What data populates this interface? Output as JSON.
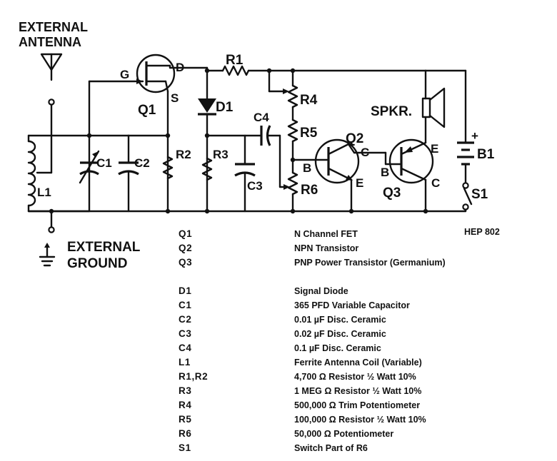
{
  "title": {
    "antenna_line1": "EXTERNAL",
    "antenna_line2": "ANTENNA",
    "ground_line1": "EXTERNAL",
    "ground_line2": "GROUND"
  },
  "labels": {
    "q1": "Q1",
    "g": "G",
    "d": "D",
    "s": "S",
    "r1": "R1",
    "d1": "D1",
    "c4": "C4",
    "r4": "R4",
    "r5": "R5",
    "c1": "C1",
    "c2": "C2",
    "r2": "R2",
    "r3": "R3",
    "c3": "C3",
    "l1": "L1",
    "r6": "R6",
    "q2": "Q2",
    "q3": "Q3",
    "spkr": "SPKR.",
    "b1": "B1",
    "s1": "S1",
    "plus": "+",
    "b": "B",
    "c": "C",
    "e": "E",
    "hep": "HEP 802"
  },
  "parts": [
    {
      "ref": "Q1",
      "desc": "N Channel FET"
    },
    {
      "ref": "Q2",
      "desc": "NPN Transistor"
    },
    {
      "ref": "Q3",
      "desc": "PNP Power Transistor (Germanium)"
    },
    {
      "ref": "D1",
      "desc": "Signal Diode"
    },
    {
      "ref": "C1",
      "desc": "365 PFD Variable Capacitor"
    },
    {
      "ref": "C2",
      "desc": "0.01 µF Disc. Ceramic"
    },
    {
      "ref": "C3",
      "desc": "0.02 µF Disc. Ceramic"
    },
    {
      "ref": "C4",
      "desc": "0.1 µF Disc. Ceramic"
    },
    {
      "ref": "L1",
      "desc": "Ferrite Antenna Coil (Variable)"
    },
    {
      "ref": "R1,R2",
      "desc": "4,700 Ω Resistor ½ Watt 10%"
    },
    {
      "ref": "R3",
      "desc": "1 MEG Ω Resistor ½ Watt 10%"
    },
    {
      "ref": "R4",
      "desc": "500,000 Ω Trim Potentiometer"
    },
    {
      "ref": "R5",
      "desc": "100,000 Ω Resistor ½ Watt 10%"
    },
    {
      "ref": "R6",
      "desc": "50,000 Ω Potentiometer"
    },
    {
      "ref": "S1",
      "desc": "Switch Part of R6"
    }
  ]
}
